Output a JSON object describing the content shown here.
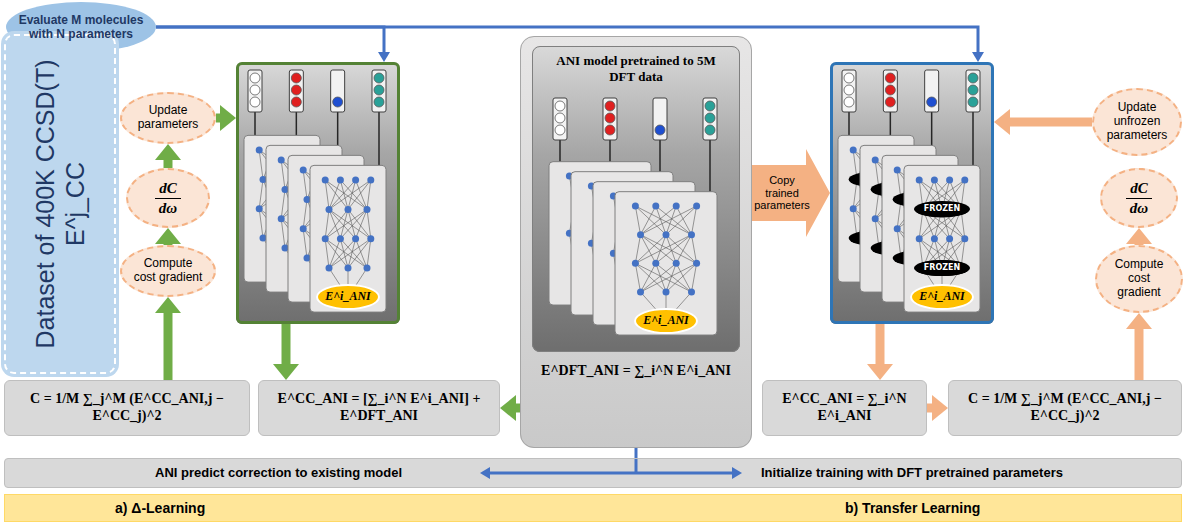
{
  "diagram": {
    "nodes": [
      {
        "text": [
          "Evaluate M molecules with N parameters"
        ]
      },
      {
        "text": [
          "Dataset of 400K CCSD(T) E^j_CC"
        ]
      },
      {
        "text": [
          "Update parameters"
        ]
      },
      {
        "text": [
          "dC",
          "dω"
        ]
      },
      {
        "text": [
          "Compute cost gradient"
        ]
      },
      {
        "text": []
      },
      {
        "text": [
          "E^i_ANI"
        ],
        "in": 5
      },
      {
        "text": [
          "E^DFT_ANI = ∑_i^N E^i_ANI"
        ]
      },
      {
        "text": [
          "ANI model pretrained to 5M DFT data"
        ],
        "in": 7
      },
      {
        "text": [
          "E^i_ANI"
        ],
        "in": 8
      },
      {
        "text": []
      },
      {
        "text": [
          "FROZEN"
        ],
        "in": 10
      },
      {
        "text": [
          "FROZEN"
        ],
        "in": 10
      },
      {
        "text": [
          "E^i_ANI"
        ],
        "in": 10
      },
      {
        "text": [
          "Update unfrozen parameters"
        ]
      },
      {
        "text": [
          "dC",
          "dω"
        ]
      },
      {
        "text": [
          "Compute cost gradient"
        ]
      },
      {
        "text": [
          "C = 1/M ∑_j^M (E^CC_ANI,j − E^CC_j)^2"
        ]
      },
      {
        "text": [
          "E^CC_ANI = [∑_i^N E^i_ANI] + E^DFT_ANI"
        ]
      },
      {
        "text": [
          "E^CC_ANI = ∑_i^N E^i_ANI"
        ]
      },
      {
        "text": [
          "C = 1/M ∑_j^M (E^CC_ANI,j − E^CC_j)^2"
        ]
      },
      {
        "text": [
          "ANI predict correction to existing model",
          "Initialize training with DFT pretrained parameters"
        ]
      },
      {
        "text": [
          "a) Δ-Learning",
          "b) Transfer Learning"
        ]
      }
    ],
    "edges": [
      {
        "from": 0,
        "to": 5,
        "arrow": "to"
      },
      {
        "from": 0,
        "to": 10,
        "arrow": "to"
      },
      {
        "from": 4,
        "to": 3,
        "arrow": "to"
      },
      {
        "from": 3,
        "to": 2,
        "arrow": "to"
      },
      {
        "from": 2,
        "to": 5,
        "arrow": "to"
      },
      {
        "from": 17,
        "to": 4,
        "arrow": "to"
      },
      {
        "from": 5,
        "to": 18,
        "arrow": "to"
      },
      {
        "from": 7,
        "to": 18,
        "arrow": "to"
      },
      {
        "from": 7,
        "to": 10,
        "arrow": "to",
        "label": "Copy trained parameters"
      },
      {
        "from": 7,
        "to": 21,
        "arrow": "none"
      },
      {
        "from": 10,
        "to": 19,
        "arrow": "to"
      },
      {
        "from": 19,
        "to": 20,
        "arrow": "to"
      },
      {
        "from": 20,
        "to": 16,
        "arrow": "to"
      },
      {
        "from": 16,
        "to": 15,
        "arrow": "to"
      },
      {
        "from": 15,
        "to": 14,
        "arrow": "to"
      },
      {
        "from": 14,
        "to": 10,
        "arrow": "to"
      }
    ]
  }
}
